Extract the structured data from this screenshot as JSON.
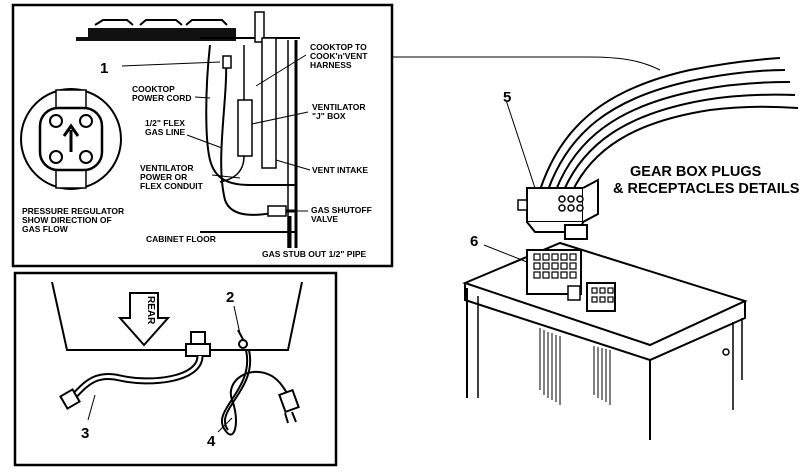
{
  "callouts": {
    "c1": "1",
    "c2": "2",
    "c3": "3",
    "c4": "4",
    "c5": "5",
    "c6": "6"
  },
  "labels": {
    "cooktop_harness_1": "COOKTOP TO",
    "cooktop_harness_2": "COOK'n'VENT",
    "cooktop_harness_3": "HARNESS",
    "cooktop_power_1": "COOKTOP",
    "cooktop_power_2": "POWER CORD",
    "flex_gas_1": "1/2\" FLEX",
    "flex_gas_2": "GAS LINE",
    "vent_jbox_1": "VENTILATOR",
    "vent_jbox_2": "\"J\" BOX",
    "vent_power_1": "VENTILATOR",
    "vent_power_2": "POWER OR",
    "vent_power_3": "FLEX CONDUIT",
    "vent_intake": "VENT INTAKE",
    "pressure_reg_1": "PRESSURE REGULATOR",
    "pressure_reg_2": "SHOW DIRECTION OF",
    "pressure_reg_3": "GAS FLOW",
    "gas_shutoff_1": "GAS SHUTOFF",
    "gas_shutoff_2": "VALVE",
    "cabinet_floor": "CABINET FLOOR",
    "gas_stub": "GAS STUB OUT 1/2\" PIPE",
    "rear_arrow": "REAR"
  },
  "gearbox_title": {
    "line1": "GEAR BOX PLUGS",
    "line2": "& RECEPTACLES DETAILS"
  }
}
